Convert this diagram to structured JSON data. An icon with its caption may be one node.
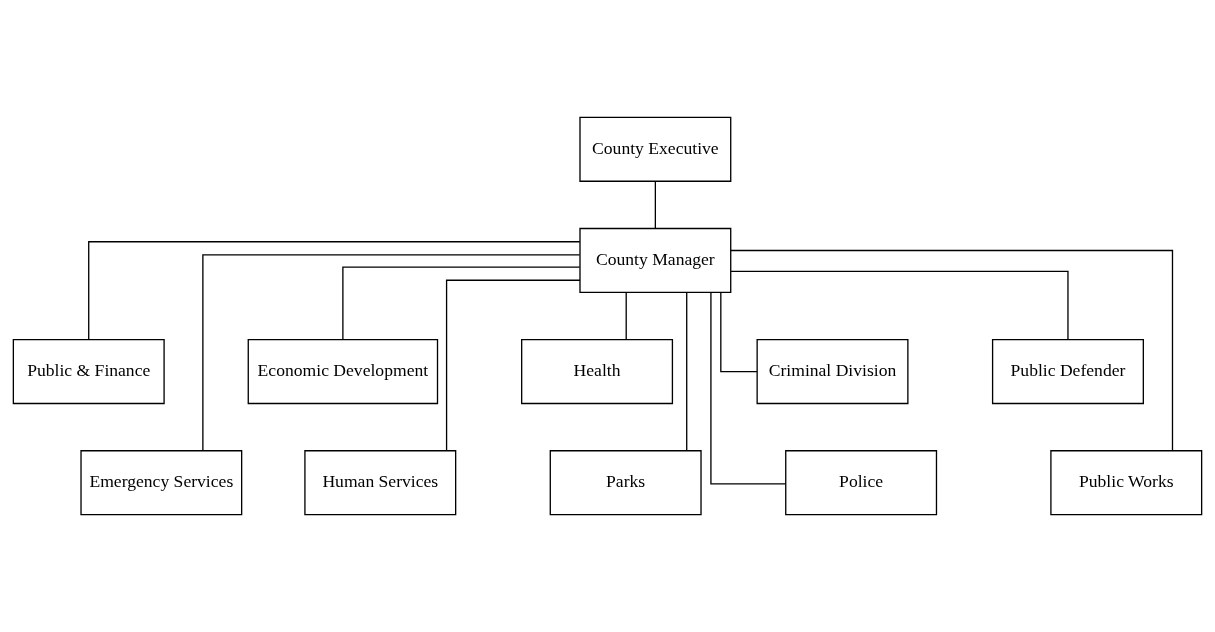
{
  "diagram": {
    "nodes": [
      {
        "text": [
          "County Executive"
        ]
      },
      {
        "text": [
          "County Manager"
        ]
      },
      {
        "text": [
          "Public & Finance"
        ]
      },
      {
        "text": [
          "Economic Development"
        ]
      },
      {
        "text": [
          "Health"
        ]
      },
      {
        "text": [
          "Criminal Division"
        ]
      },
      {
        "text": [
          "Public Defender"
        ]
      },
      {
        "text": [
          "Emergency Services"
        ]
      },
      {
        "text": [
          "Human Services"
        ]
      },
      {
        "text": [
          "Parks"
        ]
      },
      {
        "text": [
          "Police"
        ]
      },
      {
        "text": [
          "Public Works"
        ]
      }
    ],
    "edges": [
      {
        "from": 0,
        "to": 1,
        "arrow": "none"
      },
      {
        "from": 1,
        "to": 2,
        "arrow": "none"
      },
      {
        "from": 1,
        "to": 3,
        "arrow": "none"
      },
      {
        "from": 1,
        "to": 4,
        "arrow": "none"
      },
      {
        "from": 1,
        "to": 5,
        "arrow": "none"
      },
      {
        "from": 1,
        "to": 6,
        "arrow": "none"
      },
      {
        "from": 1,
        "to": 7,
        "arrow": "none"
      },
      {
        "from": 1,
        "to": 8,
        "arrow": "none"
      },
      {
        "from": 1,
        "to": 9,
        "arrow": "none"
      },
      {
        "from": 1,
        "to": 10,
        "arrow": "none"
      },
      {
        "from": 1,
        "to": 11,
        "arrow": "none"
      }
    ]
  }
}
